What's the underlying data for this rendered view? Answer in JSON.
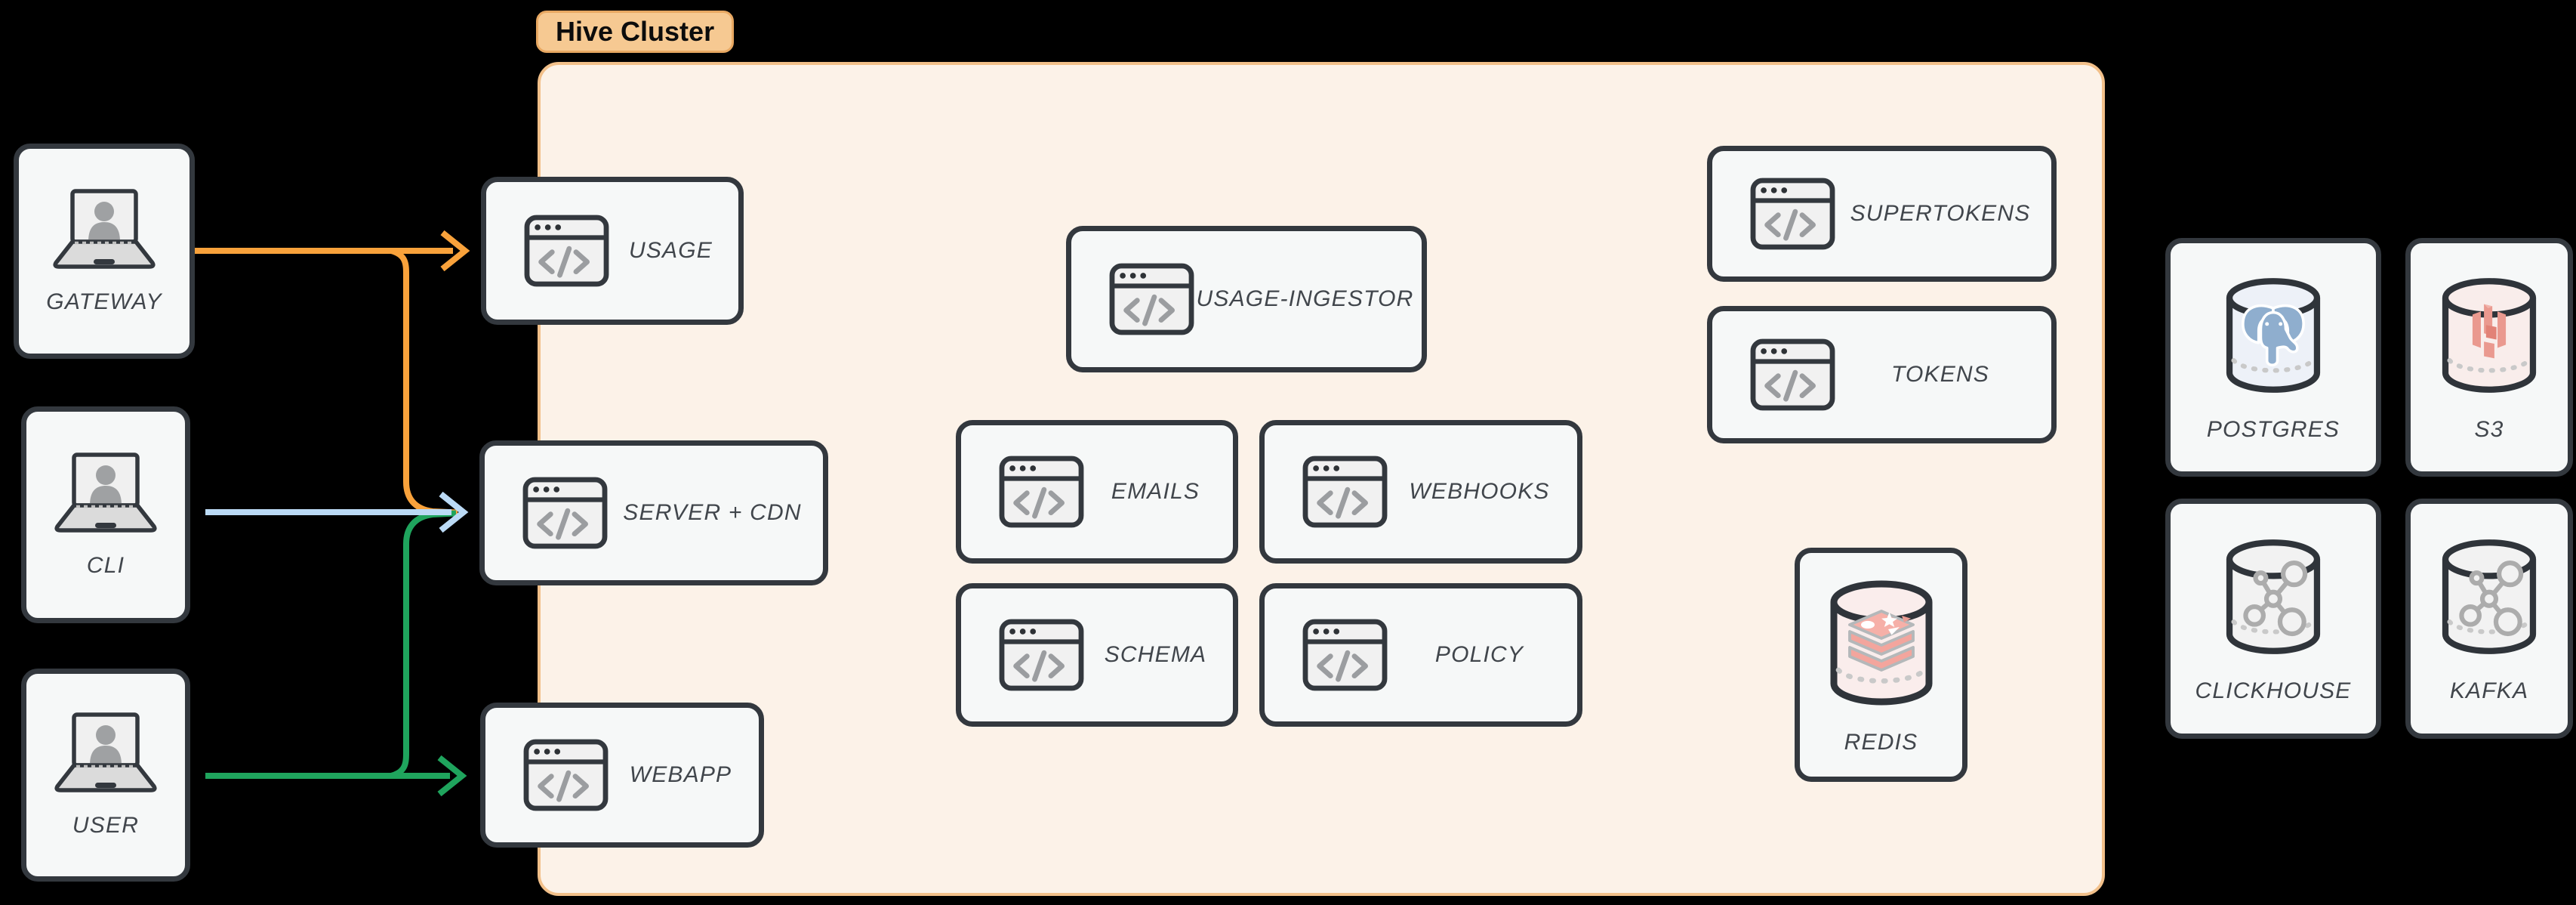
{
  "diagram": {
    "type": "architecture",
    "background": "#000000",
    "cluster": {
      "label": "Hive Cluster",
      "fill": "#FCF2E8",
      "border": "#F2C08A",
      "pill_fill": "#F6C992",
      "pill_border": "#E8A862"
    },
    "clients": [
      {
        "label": "GATEWAY",
        "icon": "laptop-user-icon"
      },
      {
        "label": "CLI",
        "icon": "laptop-user-icon"
      },
      {
        "label": "USER",
        "icon": "laptop-user-icon"
      }
    ],
    "services": {
      "usage": {
        "label": "USAGE",
        "icon": "code-window-icon"
      },
      "server_cdn": {
        "label": "SERVER + CDN",
        "icon": "code-window-icon"
      },
      "webapp": {
        "label": "WEBAPP",
        "icon": "code-window-icon"
      },
      "usage_ingestor": {
        "label": "USAGE-INGESTOR",
        "icon": "code-window-icon"
      },
      "emails": {
        "label": "EMAILS",
        "icon": "code-window-icon"
      },
      "webhooks": {
        "label": "WEBHOOKS",
        "icon": "code-window-icon"
      },
      "schema": {
        "label": "SCHEMA",
        "icon": "code-window-icon"
      },
      "policy": {
        "label": "POLICY",
        "icon": "code-window-icon"
      },
      "supertokens": {
        "label": "SUPERTOKENS",
        "icon": "code-window-icon"
      },
      "tokens": {
        "label": "TOKENS",
        "icon": "code-window-icon"
      }
    },
    "datastores": {
      "redis": {
        "label": "REDIS",
        "icon": "redis-database-icon"
      },
      "postgres": {
        "label": "POSTGRES",
        "icon": "postgres-database-icon"
      },
      "s3": {
        "label": "S3",
        "icon": "s3-database-icon"
      },
      "clickhouse": {
        "label": "CLICKHOUSE",
        "icon": "nodegraph-database-icon"
      },
      "kafka": {
        "label": "KAFKA",
        "icon": "nodegraph-database-icon"
      }
    },
    "connections": [
      {
        "from": "GATEWAY",
        "to": "USAGE",
        "color": "#F9A23B"
      },
      {
        "from": "GATEWAY",
        "to": "SERVER + CDN",
        "color": "#F9A23B"
      },
      {
        "from": "CLI",
        "to": "SERVER + CDN",
        "color": "#BBDAF5"
      },
      {
        "from": "USER",
        "to": "SERVER + CDN",
        "color": "#1FA45D"
      },
      {
        "from": "USER",
        "to": "WEBAPP",
        "color": "#1FA45D"
      }
    ]
  }
}
